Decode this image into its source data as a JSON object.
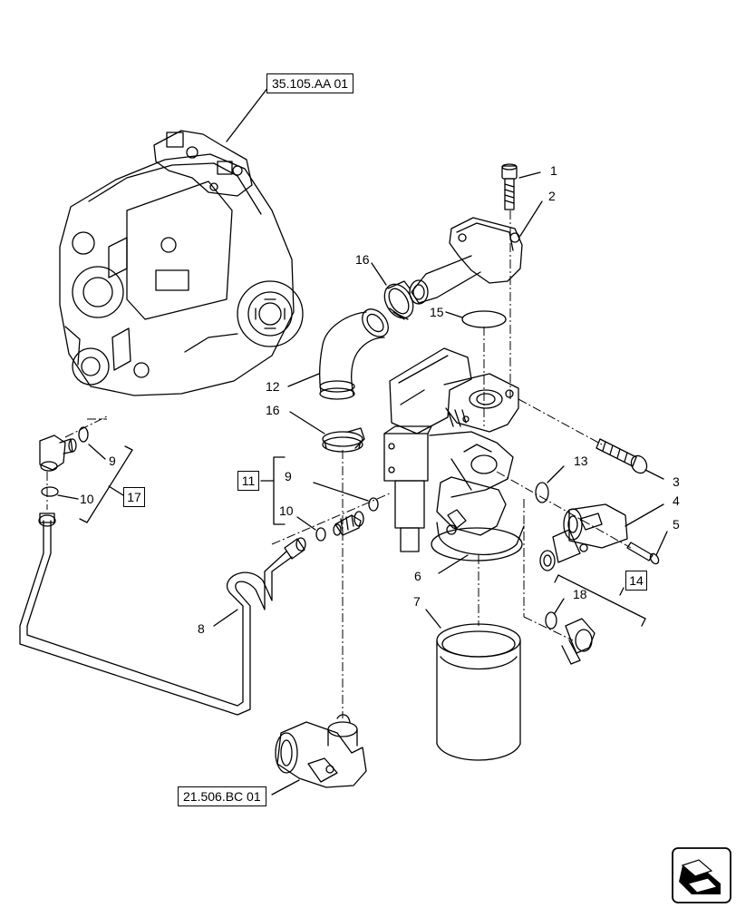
{
  "references": {
    "top": "35.105.AA 01",
    "bottom": "21.506.BC 01"
  },
  "group_boxes": {
    "g11": "11",
    "g14": "14",
    "g17": "17"
  },
  "callouts": {
    "c1": "1",
    "c2": "2",
    "c3": "3",
    "c4": "4",
    "c5": "5",
    "c6": "6",
    "c7": "7",
    "c8": "8",
    "c9a": "9",
    "c9b": "9",
    "c10a": "10",
    "c10b": "10",
    "c12": "12",
    "c13": "13",
    "c15": "15",
    "c16a": "16",
    "c16b": "16",
    "c18": "18"
  },
  "icons": {
    "nav": "next-page-arrow-icon"
  }
}
